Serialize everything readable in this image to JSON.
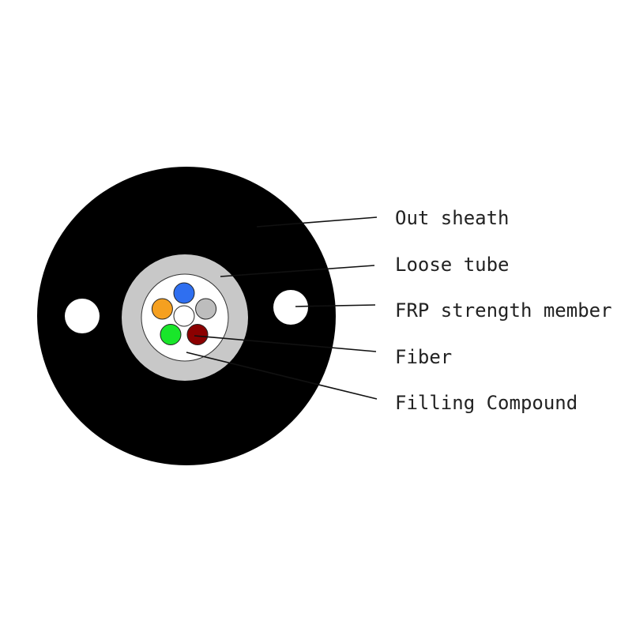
{
  "diagram": {
    "colors": {
      "background": "#ffffff",
      "sheath": "#000000",
      "strength_member": "#ffffff",
      "loose_tube": "#c8c8c8",
      "filling_compound": "#ffffff",
      "fiber_outline": "#222222"
    },
    "fibers": [
      {
        "color_name": "blue",
        "color": "#2f6ff0"
      },
      {
        "color_name": "gray",
        "color": "#bdbdbd"
      },
      {
        "color_name": "brown",
        "color": "#8b0000"
      },
      {
        "color_name": "green",
        "color": "#19e62a"
      },
      {
        "color_name": "orange",
        "color": "#f5a020"
      },
      {
        "color_name": "white",
        "color": "#ffffff"
      }
    ],
    "labels": {
      "out_sheath": "Out sheath",
      "loose_tube": "Loose tube",
      "frp": "FRP strength member",
      "fiber": "Fiber",
      "filling": "Filling Compound"
    }
  }
}
